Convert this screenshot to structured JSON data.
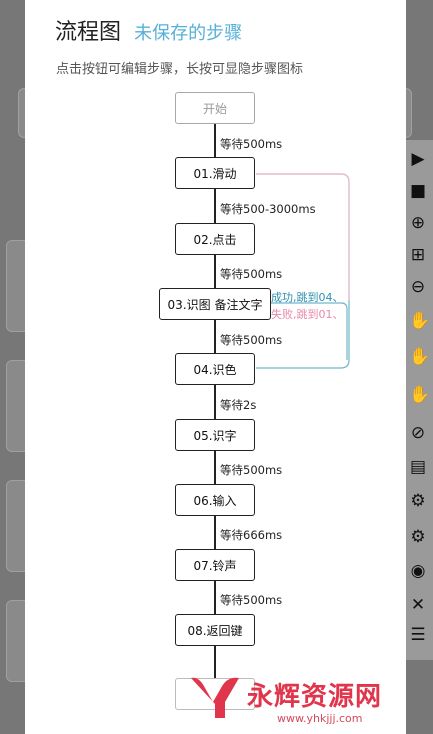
{
  "dialog": {
    "title": "流程图",
    "subtitle": "未保存的步骤",
    "hint": "点击按钮可编辑步骤，长按可显隐步骤图标"
  },
  "flow": {
    "start_label": "开始",
    "steps": [
      {
        "label": "01.滑动",
        "wait_after": "等待500-3000ms"
      },
      {
        "label": "02.点击",
        "wait_after": "等待500ms"
      },
      {
        "label": "03.识图 备注文字",
        "wait_after": "等待500ms"
      },
      {
        "label": "04.识色",
        "wait_after": "等待2s"
      },
      {
        "label": "05.识字",
        "wait_after": "等待500ms"
      },
      {
        "label": "06.输入",
        "wait_after": "等待666ms"
      },
      {
        "label": "07.铃声",
        "wait_after": "等待500ms"
      },
      {
        "label": "08.返回键",
        "wait_after": ""
      }
    ],
    "wait_after_start": "等待500ms",
    "branch_success": "成功,跳到04、",
    "branch_fail": "失败,跳到01、",
    "colors": {
      "success": "#6fb7c9",
      "fail": "#f2b8c8"
    }
  },
  "watermark": {
    "brand": "永辉资源网",
    "url": "www.yhkjjj.com"
  },
  "side_rail": {
    "icons": [
      "play-icon",
      "camera-icon",
      "add-icon",
      "add-copy-icon",
      "remove-icon",
      "hand-icon",
      "hand-icon",
      "hand-icon",
      "zoom-icon",
      "list-icon",
      "settings-icon",
      "settings-icon",
      "eye-icon",
      "close-icon",
      "collapse-icon"
    ]
  }
}
